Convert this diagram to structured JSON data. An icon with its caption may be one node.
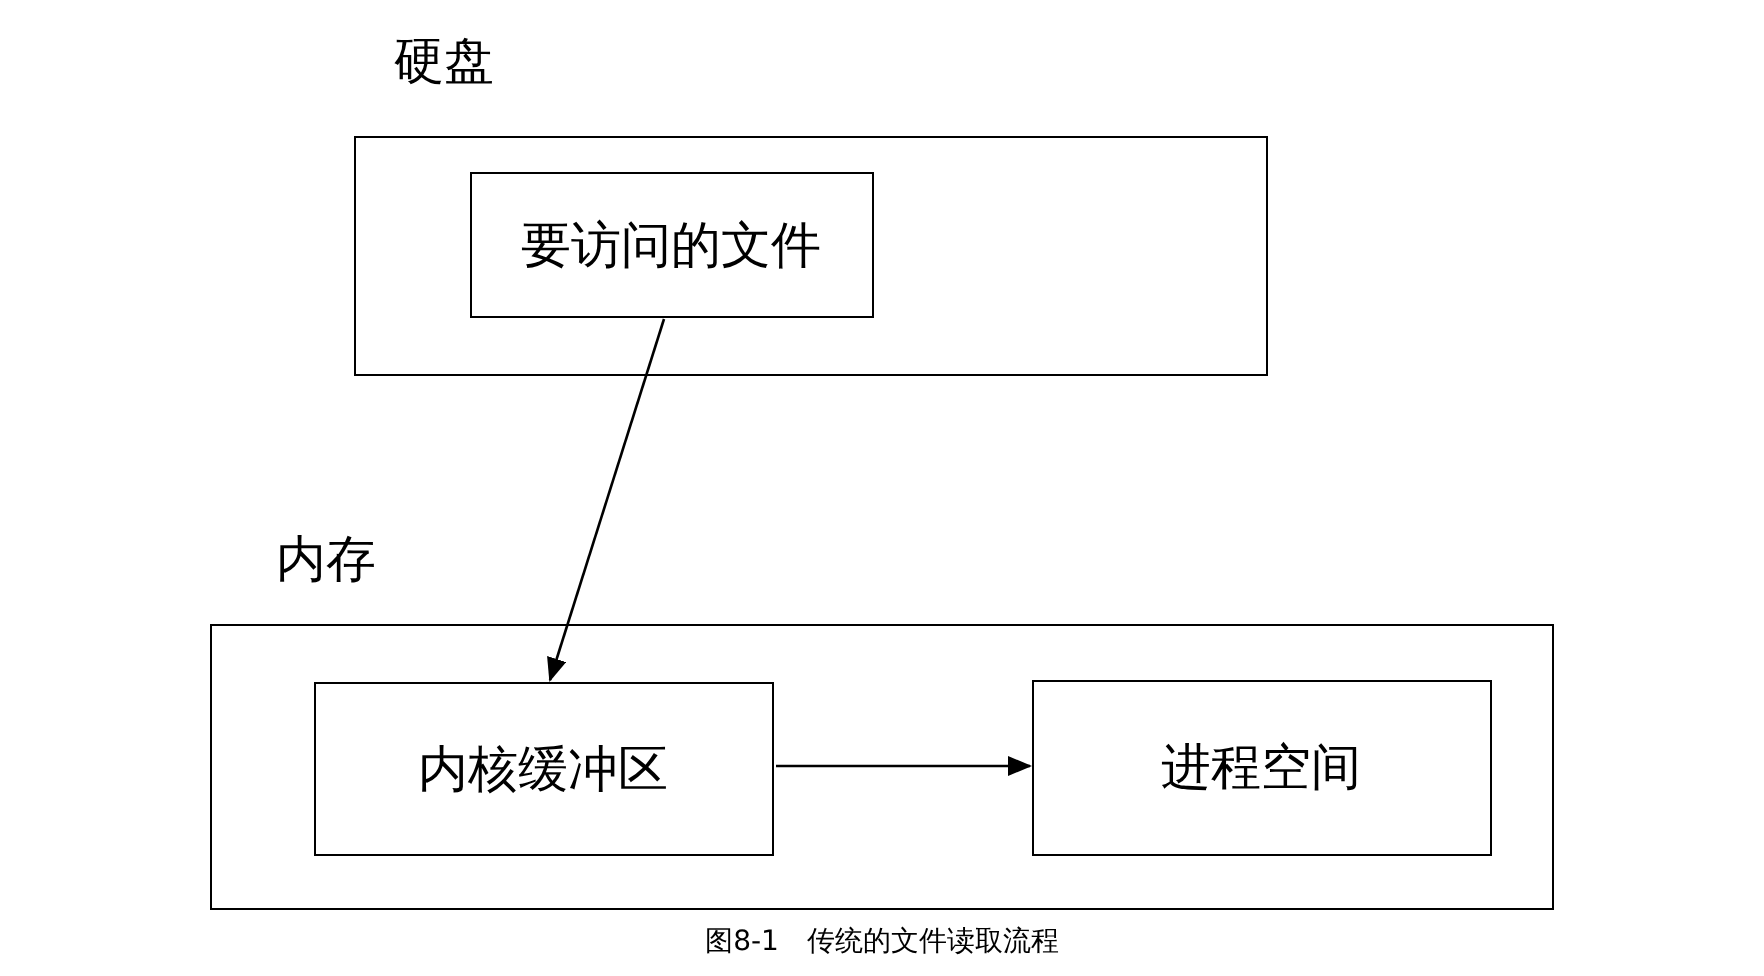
{
  "diagram": {
    "caption": "图8-1　传统的文件读取流程",
    "nodes": [
      {
        "text": [
          "硬盘"
        ]
      },
      {
        "text": [
          "要访问的文件"
        ],
        "in": 0
      },
      {
        "text": [
          "内存"
        ]
      },
      {
        "text": [
          "内核缓冲区"
        ],
        "in": 2
      },
      {
        "text": [
          "进程空间"
        ],
        "in": 2
      }
    ],
    "edges": [
      {
        "from": 1,
        "to": 3,
        "arrow": "to"
      },
      {
        "from": 3,
        "to": 4,
        "arrow": "to"
      }
    ]
  }
}
